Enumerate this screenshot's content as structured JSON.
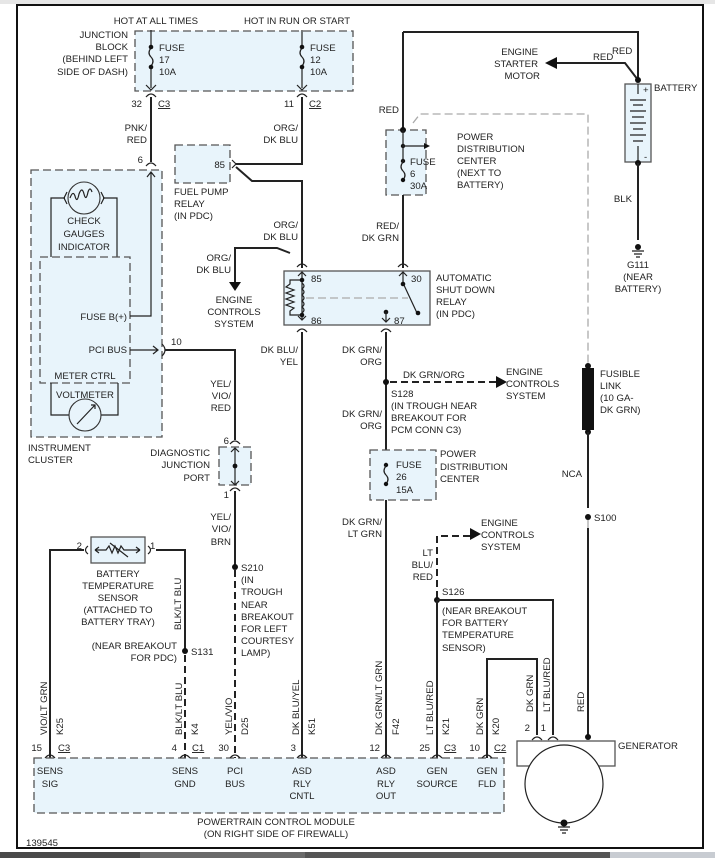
{
  "diagram": {
    "figure_id": "139545",
    "power_feeds": {
      "hot_at_all_times": "HOT AT ALL TIMES",
      "hot_in_run_or_start": "HOT IN RUN OR START"
    },
    "junction_block": {
      "label": [
        "JUNCTION",
        "BLOCK",
        "(BEHIND LEFT",
        "SIDE OF DASH)"
      ],
      "fuse_17": [
        "FUSE",
        "17",
        "10A"
      ],
      "fuse_12": [
        "FUSE",
        "12",
        "10A"
      ],
      "pin_32": "32",
      "conn_c3": "C3",
      "pin_11": "11",
      "conn_c2": "C2"
    },
    "wires": {
      "pnk_red": [
        "PNK/",
        "RED"
      ],
      "org_dkblu_top": [
        "ORG/",
        "DK BLU"
      ],
      "org_dkblu_mid": [
        "ORG/",
        "DK BLU"
      ],
      "org_dkblu_left": [
        "ORG/",
        "DK BLU"
      ],
      "red_top": "RED",
      "red_starter": "RED",
      "red_battery": "RED",
      "red_dkgrn": [
        "RED/",
        "DK GRN"
      ],
      "blk": "BLK",
      "yel_vio_red": [
        "YEL/",
        "VIO/",
        "RED"
      ],
      "dkblu_yel": [
        "DK BLU/",
        "YEL"
      ],
      "dkgrn_org_1": [
        "DK GRN/",
        "ORG"
      ],
      "dkgrn_org_branch": "DK GRN/ORG",
      "dkgrn_org_2": [
        "DK GRN/",
        "ORG"
      ],
      "dkgrn_ltgrn": [
        "DK GRN/",
        "LT GRN"
      ],
      "yel_vio_brn": [
        "YEL/",
        "VIO/",
        "BRN"
      ],
      "ltblu_red": [
        "LT",
        "BLU/",
        "RED"
      ],
      "nca": "NCA",
      "blk_ltblu_upper": "BLK/LT BLU"
    },
    "fuel_pump_relay": {
      "pin": "85",
      "label": [
        "FUEL PUMP",
        "RELAY",
        "(IN PDC)"
      ]
    },
    "engine_starter": [
      "ENGINE",
      "STARTER",
      "MOTOR"
    ],
    "battery": {
      "label": "BATTERY",
      "plus": "+",
      "minus": "-"
    },
    "ground_g111": [
      "G111",
      "(NEAR",
      "BATTERY)"
    ],
    "pdc_top": {
      "fuse": [
        "FUSE",
        "6",
        "30A"
      ],
      "label": [
        "POWER",
        "DISTRIBUTION",
        "CENTER",
        "(NEXT TO",
        "BATTERY)"
      ]
    },
    "instrument_cluster": {
      "check_gauges": [
        "CHECK",
        "GAUGES",
        "INDICATOR"
      ],
      "fuse_b": "FUSE B(+)",
      "pci_bus": "PCI BUS",
      "meter_ctrl": "METER CTRL",
      "voltmeter": "VOLTMETER",
      "label": [
        "INSTRUMENT",
        "CLUSTER"
      ],
      "pin_6": "6",
      "pin_10": "10"
    },
    "engine_controls_left": [
      "ENGINE",
      "CONTROLS",
      "SYSTEM"
    ],
    "asd_relay": {
      "pin_85": "85",
      "pin_86": "86",
      "pin_30": "30",
      "pin_87": "87",
      "label": [
        "AUTOMATIC",
        "SHUT DOWN",
        "RELAY",
        "(IN PDC)"
      ]
    },
    "splice_s128": {
      "id": "S128",
      "note": [
        "(IN TROUGH NEAR",
        "BREAKOUT FOR",
        "PCM CONN C3)"
      ]
    },
    "engine_controls_s128": [
      "ENGINE",
      "CONTROLS",
      "SYSTEM"
    ],
    "fusible_link": [
      "FUSIBLE",
      "LINK",
      "(10 GA-",
      "DK GRN)"
    ],
    "diag_port": {
      "label": [
        "DIAGNOSTIC",
        "JUNCTION",
        "PORT"
      ],
      "pin_6": "6",
      "pin_1": "1"
    },
    "pdc_fuse26": {
      "fuse": [
        "FUSE",
        "26",
        "15A"
      ],
      "label": [
        "POWER",
        "DISTRIBUTION",
        "CENTER"
      ]
    },
    "splice_s100": "S100",
    "engine_controls_s126": [
      "ENGINE",
      "CONTROLS",
      "SYSTEM"
    ],
    "battery_temp_sensor": {
      "pin_2": "2",
      "pin_1": "1",
      "label": [
        "BATTERY",
        "TEMPERATURE",
        "SENSOR",
        "(ATTACHED TO",
        "BATTERY TRAY)"
      ]
    },
    "splice_s210": {
      "id": "S210",
      "note": [
        "(IN",
        "TROUGH",
        "NEAR",
        "BREAKOUT",
        "FOR LEFT",
        "COURTESY",
        "LAMP)"
      ]
    },
    "splice_s131": {
      "id": "S131",
      "note": [
        "(NEAR BREAKOUT",
        "FOR PDC)"
      ]
    },
    "splice_s126": {
      "id": "S126",
      "note": [
        "(NEAR BREAKOUT",
        "FOR BATTERY",
        "TEMPERATURE",
        "SENSOR)"
      ]
    },
    "vertical_labels": {
      "vio_ltgrn": "VIO/LT GRN",
      "k25": "K25",
      "blk_ltblu": "BLK/LT BLU",
      "k4": "K4",
      "yel_vio": "YEL/VIO",
      "d25": "D25",
      "dkblu_yel": "DK BLU/YEL",
      "k51": "K51",
      "dkgrn_ltgrn": "DK GRN/LT GRN",
      "f42": "F42",
      "ltblu_red": "LT BLU/RED",
      "k21": "K21",
      "dkgrn": "DK GRN",
      "k20": "K20",
      "gen_dkgrn": "DK GRN",
      "gen_ltblu_red": "LT BLU/RED",
      "gen_red": "RED"
    },
    "pcm": {
      "pins": [
        {
          "num": "15",
          "conn": "C3",
          "name": [
            "SENS",
            "SIG"
          ]
        },
        {
          "num": "4",
          "conn": "C1",
          "name": [
            "SENS",
            "GND"
          ]
        },
        {
          "num": "30",
          "conn": "",
          "name": [
            "PCI",
            "BUS"
          ]
        },
        {
          "num": "3",
          "conn": "",
          "name": [
            "ASD",
            "RLY",
            "CNTL"
          ]
        },
        {
          "num": "12",
          "conn": "",
          "name": [
            "ASD",
            "RLY",
            "OUT"
          ]
        },
        {
          "num": "25",
          "conn": "C3",
          "name": [
            "GEN",
            "SOURCE"
          ]
        },
        {
          "num": "10",
          "conn": "C2",
          "name": [
            "GEN",
            "FLD"
          ]
        }
      ],
      "label": [
        "POWERTRAIN CONTROL MODULE",
        "(ON RIGHT SIDE OF FIREWALL)"
      ]
    },
    "generator": {
      "label": "GENERATOR",
      "pin_2": "2",
      "pin_1": "1"
    }
  }
}
